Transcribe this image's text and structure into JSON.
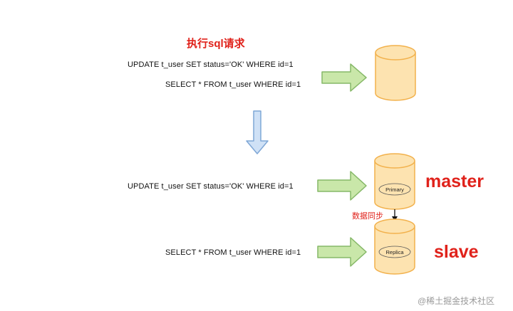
{
  "title": "执行sql请求",
  "before": {
    "update_sql": "UPDATE t_user SET status='OK'  WHERE id=1",
    "select_sql": "SELECT * FROM t_user WHERE id=1"
  },
  "after": {
    "update_sql": "UPDATE t_user SET status='OK'  WHERE id=1",
    "select_sql": "SELECT * FROM t_user WHERE id=1",
    "primary_label": "Primary",
    "replica_label": "Replica",
    "master_label": "master",
    "slave_label": "slave",
    "sync_label": "数据同步"
  },
  "watermark": "@稀土掘金技术社区",
  "colors": {
    "title_red": "#e0221b",
    "cylinder_fill": "#fde3b0",
    "cylinder_stroke": "#f2b14c",
    "green_arrow_fill": "#c9e7a9",
    "green_arrow_stroke": "#86b868",
    "blue_arrow_fill": "#cfe1f6",
    "blue_arrow_stroke": "#7fa7d6"
  },
  "icons": [
    "database-cylinder",
    "right-arrow",
    "down-arrow"
  ]
}
